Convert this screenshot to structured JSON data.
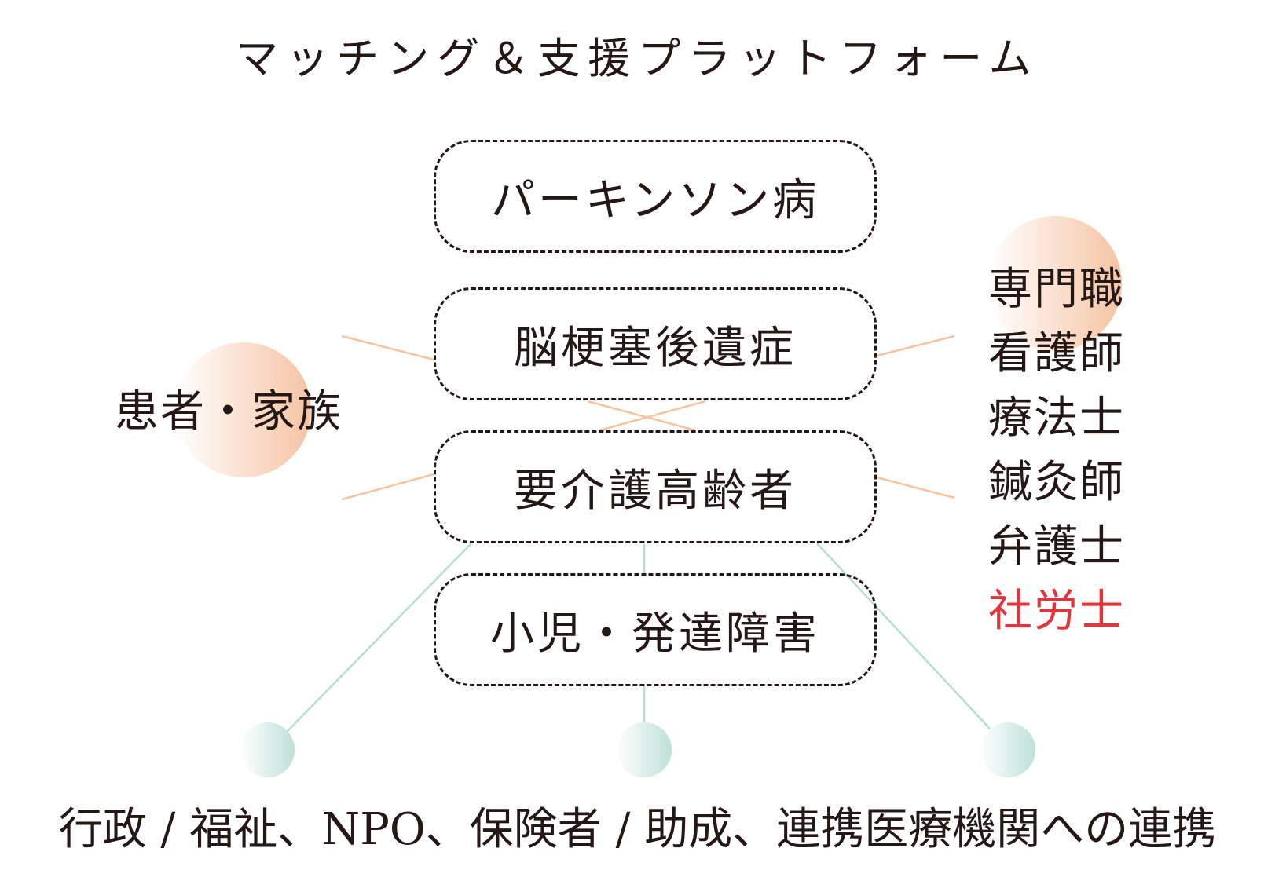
{
  "title": "マッチング＆支援プラットフォーム",
  "conditions": [
    {
      "label": "パーキンソン病"
    },
    {
      "label": "脳梗塞後遺症"
    },
    {
      "label": "要介護高齢者"
    },
    {
      "label": "小児・発達障害"
    }
  ],
  "patient_group": {
    "label": "患者・家族"
  },
  "professionals": {
    "heading": "専門職",
    "items": [
      {
        "label": "看護師",
        "highlight": false
      },
      {
        "label": "療法士",
        "highlight": false
      },
      {
        "label": "鍼灸師",
        "highlight": false
      },
      {
        "label": "弁護士",
        "highlight": false
      },
      {
        "label": "社労士",
        "highlight": true
      }
    ]
  },
  "partners": {
    "label": "行政 / 福祉、NPO、保険者 / 助成、連携医療機関への連携"
  },
  "colors": {
    "text": "#231815",
    "accent_red": "#e0353d",
    "peach_line": "#f7c4a2",
    "teal_line": "#b8ddd6"
  }
}
